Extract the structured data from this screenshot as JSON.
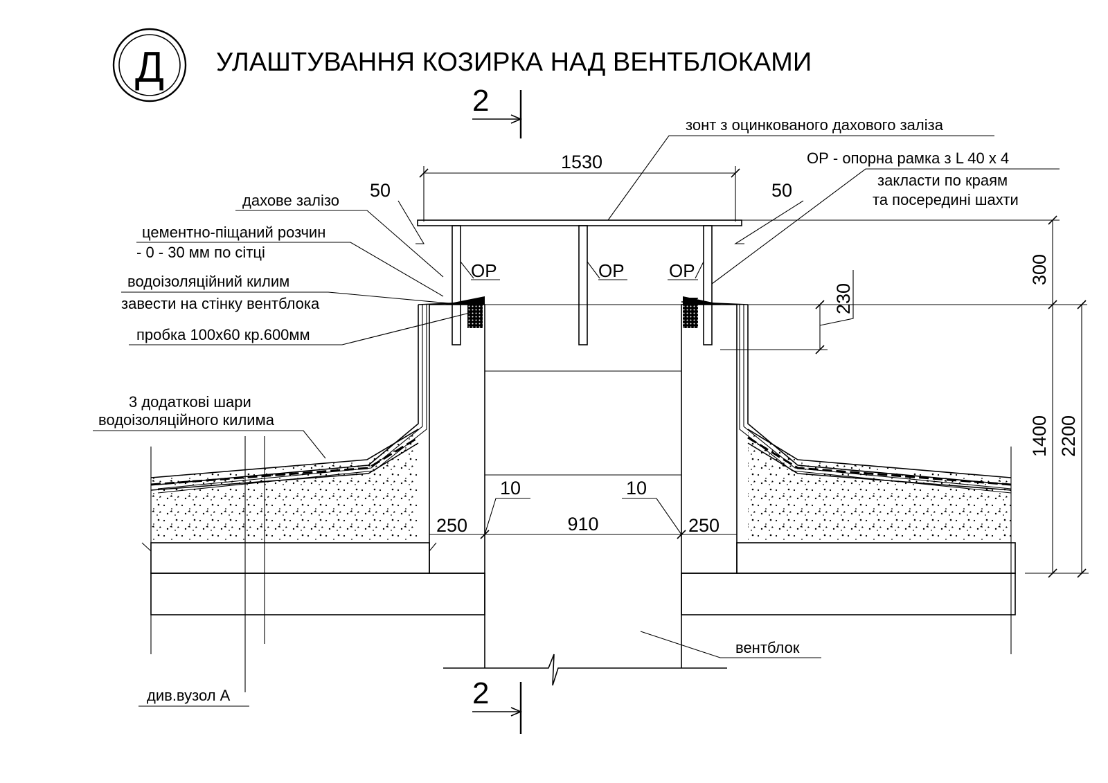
{
  "badge": "Д",
  "title": "УЛАШТУВАННЯ  КОЗИРКА  НАД  ВЕНТБЛОКАМИ",
  "section_top": "2",
  "section_bottom": "2",
  "labels": {
    "umbrella": "зонт з оцинкованого дахового заліза",
    "frame": "ОР - опорна рамка з L  40 х 4",
    "frame_note1": "закласти по краям",
    "frame_note2": "та посередині  шахти",
    "roof_steel": "дахове залізо",
    "mortar1": "цементно-піщаний розчин",
    "mortar2": "- 0 - 30 мм по сітці",
    "membrane1": "водоізоляційний килим",
    "membrane2": "завести на стінку вентблока",
    "plug": "пробка 100х60 кр.600мм",
    "layers1": "3 додаткові шари",
    "layers2": "водоізоляційного килима",
    "block": "вентблок",
    "node": "див.вузол А",
    "op": "ОР"
  },
  "dims": {
    "d1530": "1530",
    "d50": "50",
    "d300": "300",
    "d230": "230",
    "d1400": "1400",
    "d2200": "2200",
    "d10": "10",
    "d910": "910",
    "d250": "250"
  }
}
